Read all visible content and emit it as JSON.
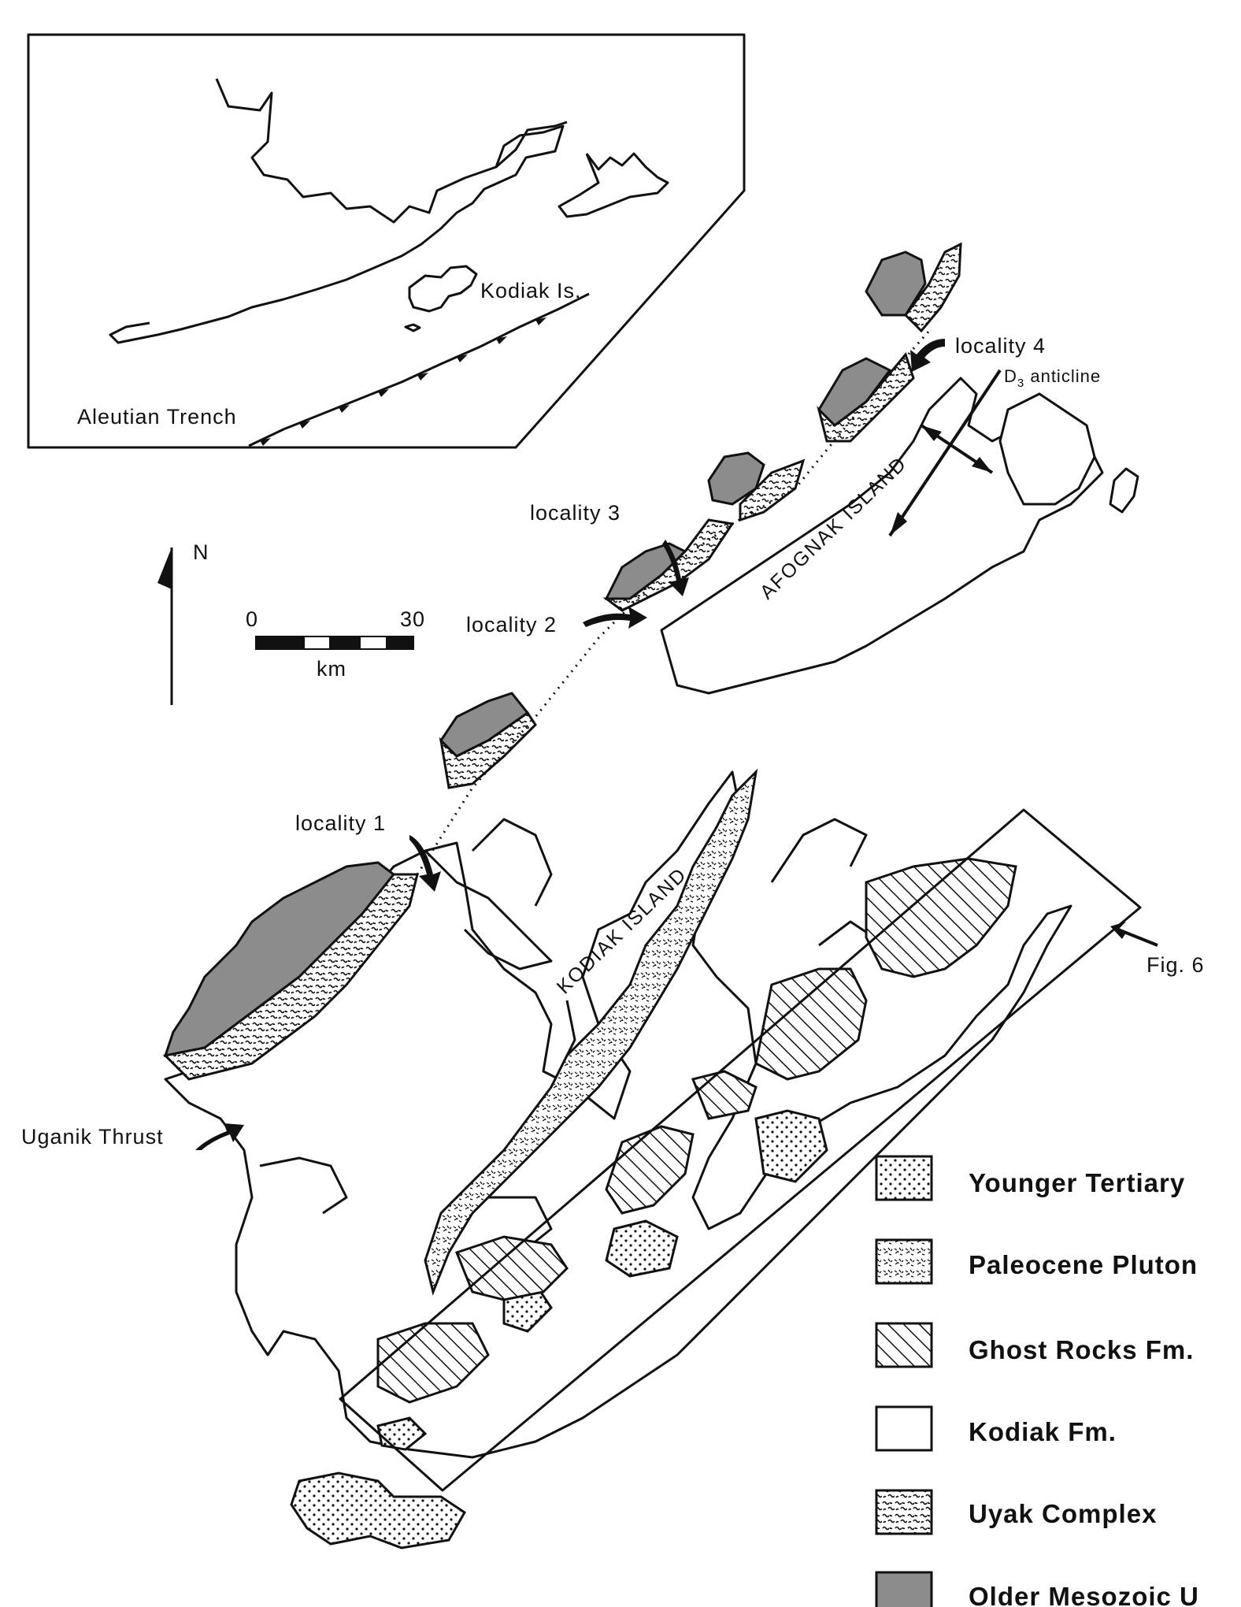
{
  "inset": {
    "kodiak_label": "Kodiak Is.",
    "trench_label": "Aleutian Trench"
  },
  "north_arrow": {
    "label": "N"
  },
  "scale_bar": {
    "start": "0",
    "end": "30",
    "unit": "km"
  },
  "map_labels": {
    "locality_1": "locality 1",
    "locality_2": "locality 2",
    "locality_3": "locality 3",
    "locality_4": "locality 4",
    "d3_prefix": "D",
    "d3_sub": "3",
    "d3_suffix": " anticline",
    "afognak": "AFOGNAK ISLAND",
    "kodiak": "KODIAK ISLAND",
    "uganik": "Uganik Thrust",
    "fig6": "Fig. 6"
  },
  "legend": [
    {
      "label": "Younger Tertiary",
      "pattern": "dots"
    },
    {
      "label": "Paleocene Pluton",
      "pattern": "flecks"
    },
    {
      "label": "Ghost Rocks Fm.",
      "pattern": "hatch"
    },
    {
      "label": "Kodiak Fm.",
      "pattern": "blank"
    },
    {
      "label": "Uyak Complex",
      "pattern": "squiggle"
    },
    {
      "label": "Older Mesozoic U",
      "pattern": "gray"
    }
  ],
  "colors": {
    "ink": "#111111",
    "older_mesozoic_gray": "#8c8c8c",
    "paper": "#ffffff"
  }
}
